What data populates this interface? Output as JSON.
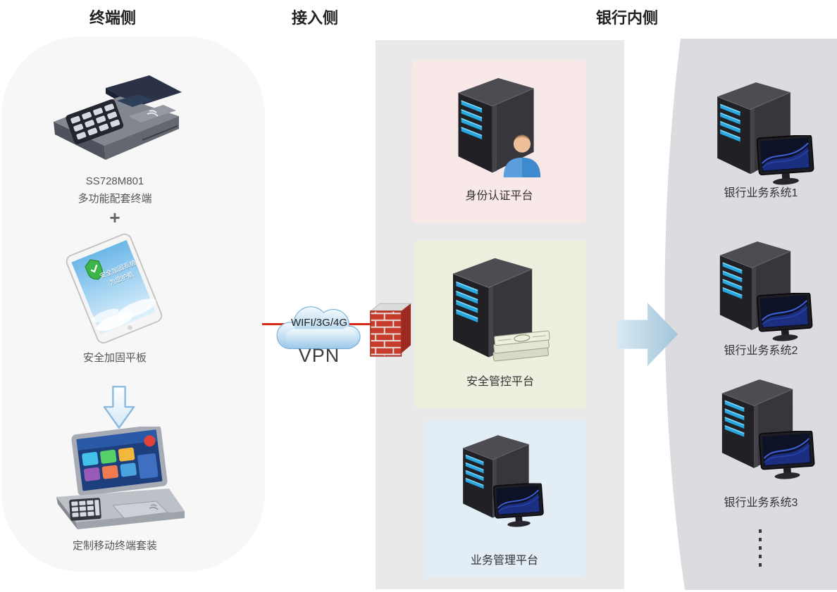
{
  "headers": {
    "terminal": "终端侧",
    "access": "接入侧",
    "bank": "银行内侧"
  },
  "terminal_side": {
    "pos_model": "SS728M801",
    "pos_name": "多功能配套终端",
    "plus": "+",
    "tablet_screen": {
      "line1": "安全加固系统",
      "line2": "为您护航"
    },
    "tablet_label": "安全加固平板",
    "kit_label": "定制移动终端套装"
  },
  "access_side": {
    "cloud_label": "WIFI/3G/4G",
    "vpn_label": "VPN",
    "platforms": [
      {
        "label": "身份认证平台"
      },
      {
        "label": "安全管控平台"
      },
      {
        "label": "业务管理平台"
      }
    ]
  },
  "bank_side": {
    "systems": [
      {
        "label": "银行业务系统1"
      },
      {
        "label": "银行业务系统2"
      },
      {
        "label": "银行业务系统3"
      }
    ]
  },
  "colors": {
    "terminal_panel_bg": "#f7f7f7",
    "access_panel_bg": "#e9e9e9",
    "bank_panel_bg": "#dbdbe0",
    "identity_box_bg": "#f8e8e8",
    "security_box_bg": "#eef0df",
    "business_box_bg": "#e3edf5",
    "server_led_blue": "#29a8e0",
    "brick_red": "#c63b2c",
    "connector_red": "#d92b1a",
    "flow_arrow_blue": "#a2c5da",
    "cloud_blue": "#9cc9e8"
  },
  "icons": {
    "pos_terminal": "pos-terminal-device-image",
    "tablet": "secure-tablet-device-image",
    "mobile_kit": "mobile-terminal-kit-image",
    "plus": "plus-separator",
    "down_arrow": "down-flow-arrow",
    "cloud": "network-cloud",
    "firewall": "firewall-brick-wall",
    "server": "server-tower",
    "person": "user-figure",
    "money": "banknote-stack",
    "monitor": "desktop-monitor",
    "right_arrow": "right-flow-arrow",
    "ellipsis": "vertical-dots-more"
  }
}
